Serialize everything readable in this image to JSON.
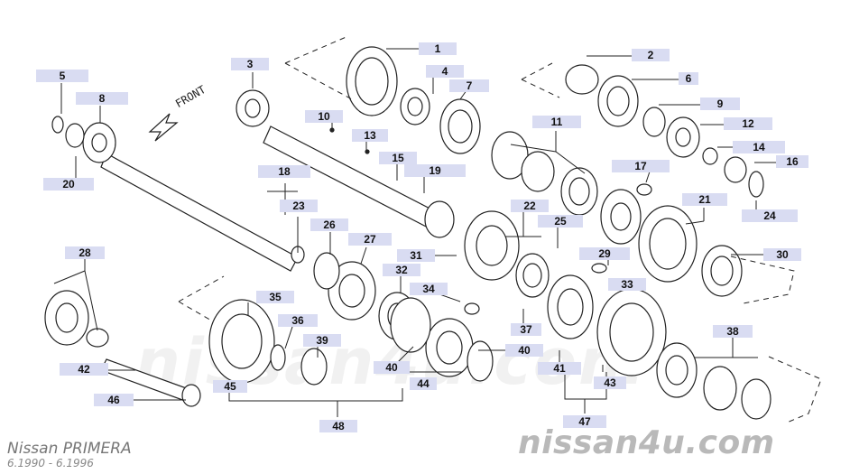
{
  "callouts": [
    "1",
    "2",
    "3",
    "4",
    "5",
    "6",
    "7",
    "8",
    "9",
    "10",
    "11",
    "12",
    "13",
    "14",
    "15",
    "16",
    "17",
    "18",
    "19",
    "20",
    "21",
    "22",
    "23",
    "24",
    "25",
    "26",
    "27",
    "28",
    "29",
    "30",
    "31",
    "32",
    "33",
    "34",
    "35",
    "36",
    "37",
    "38",
    "39",
    "40",
    "40",
    "41",
    "42",
    "43",
    "44",
    "45",
    "46",
    "47",
    "48"
  ],
  "direction_label": "FRONT",
  "footer": {
    "brand": "Nissan PRIMERA",
    "date_range": "6.1990 - 6.1996",
    "watermark": "nissan4u.com"
  },
  "colors": {
    "label_bg": "#d9dcf2",
    "line": "#222222",
    "watermark": "#b9b9b9"
  }
}
